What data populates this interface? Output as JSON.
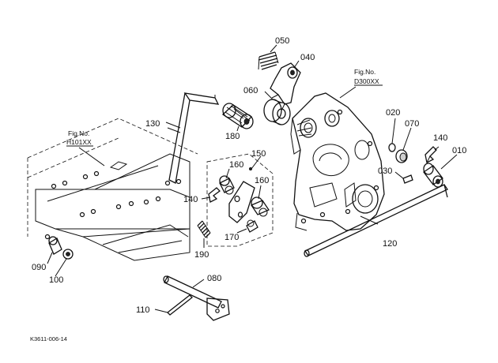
{
  "figure_refs": {
    "left_ref": {
      "caption": "Fig.No.",
      "number": "H101XX"
    },
    "right_ref": {
      "caption": "Fig.No.",
      "number": "D300XX"
    }
  },
  "part_labels": {
    "p010": "010",
    "p020": "020",
    "p030": "030",
    "p040": "040",
    "p050": "050",
    "p060": "060",
    "p070": "070",
    "p080": "080",
    "p090": "090",
    "p100": "100",
    "p110": "110",
    "p120": "120",
    "p130": "130",
    "p140a": "140",
    "p140b": "140",
    "p150": "150",
    "p160a": "160",
    "p160b": "160",
    "p170": "170",
    "p180": "180",
    "p190": "190"
  },
  "footer": {
    "code": "K3611-006-14"
  }
}
